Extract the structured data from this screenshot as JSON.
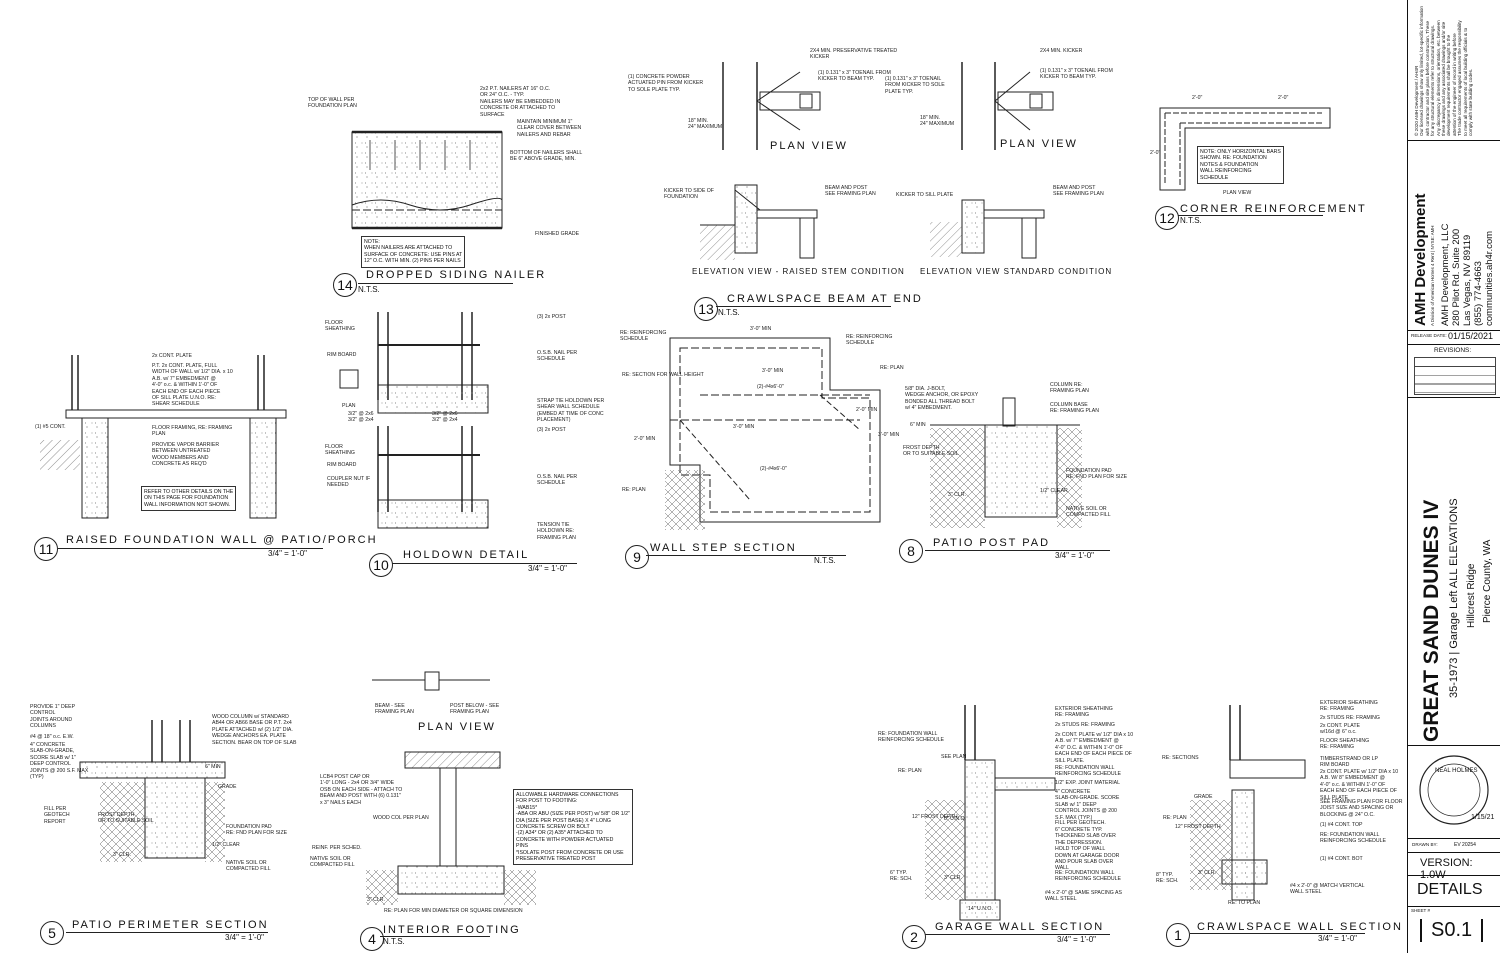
{
  "details": {
    "d14": {
      "num": "14",
      "title": "DROPPED SIDING NAILER",
      "scale": "N.T.S.",
      "notes": [
        "TOP OF WALL PER\nFOUNDATION PLAN",
        "2x2 P.T. NAILERS AT 16\" O.C.\nOR 24\" O.C. - TYP.\nNAILERS MAY BE EMBEDDED IN\nCONCRETE OR ATTACHED TO\nSURFACE",
        "MAINTAIN MINIMUM 1\"\nCLEAR COVER BETWEEN\nNAILERS AND REBAR",
        "BOTTOM OF NAILERS SHALL\nBE 6\" ABOVE GRADE, MIN.",
        "FINISHED GRADE"
      ],
      "boxnote": "NOTE:\nWHEN NAILERS ARE ATTACHED TO\nSURFACE OF CONCRETE: USE PINS AT\n12\" O.C. WITH MIN. (2) PINS PER NAILS"
    },
    "d13": {
      "num": "13",
      "title": "CRAWLSPACE BEAM AT END",
      "scale": "N.T.S.",
      "plan_left": "PLAN VIEW",
      "plan_right": "PLAN VIEW",
      "elev_left": "ELEVATION VIEW - RAISED STEM CONDITION",
      "elev_right": "ELEVATION VIEW STANDARD CONDITION",
      "notes": [
        "2X4 MIN. PRESERVATIVE TREATED\nKICKER",
        "(1) CONCRETE POWDER\nACTUATED PIN FROM KICKER\nTO SOLE PLATE TYP.",
        "(1) 0.131\" x 3\" TOENAIL FROM\nKICKER TO BEAM TYP.",
        "2X4 MIN. KICKER",
        "(1) 0.131\" x 3\" TOENAIL\nFROM KICKER TO SOLE\nPLATE TYP.",
        "(1) 0.131\" x 3\" TOENAIL FROM\nKICKER TO BEAM TYP.",
        "KICKER TO SIDE OF\nFOUNDATION",
        "BEAM AND POST\nSEE FRAMING PLAN",
        "KICKER TO SILL PLATE",
        "BEAM AND POST\nSEE FRAMING PLAN",
        "18\" MIN.\n24\" MAXIMUM",
        "18\" MIN.\n24\" MAXIMUM"
      ]
    },
    "d12": {
      "num": "12",
      "title": "CORNER REINFORCEMENT",
      "scale": "N.T.S.",
      "plan": "PLAN VIEW",
      "dim1": "2'-0\"",
      "dim2": "2'-0\"",
      "dim3": "2'-0\"",
      "boxnote": "NOTE: ONLY HORIZONTAL BARS\nSHOWN. RE: FOUNDATION\nNOTES & FOUNDATION\nWALL REINFORCING\nSCHEDULE"
    },
    "d11": {
      "num": "11",
      "title": "RAISED FOUNDATION WALL @ PATIO/PORCH",
      "scale": "3/4\" = 1'-0\"",
      "notes": [
        "2x CONT. PLATE",
        "P.T. 2x CONT. PLATE, FULL\nWIDTH OF WALL w/ 1/2\" DIA. x 10\nA.B. w/ 7\" EMBEDMENT @\n4'-0\" o.c. & WITHIN 1'-0\" OF\nEACH END OF EACH PIECE\nOF SILL PLATE U.N.O. RE:\nSHEAR SCHEDULE",
        "(1) #5 CONT.",
        "FLOOR FRAMING, RE: FRAMING\nPLAN",
        "PROVIDE VAPOR BARRIER\nBETWEEN UNTREATED\nWOOD MEMBERS AND\nCONCRETE AS REQ'D"
      ],
      "boxnote": "REFER TO OTHER DETAILS ON THE\nON THIS PAGE FOR FOUNDATION\nWALL INFORMATION NOT SHOWN."
    },
    "d10": {
      "num": "10",
      "title": "HOLDOWN DETAIL",
      "scale": "3/4\" = 1'-0\"",
      "notes": [
        "FLOOR\nSHEATHING",
        "RIM BOARD",
        "(3) 2x POST",
        "O.S.B. NAIL PER\nSCHEDULE",
        "STRAP TIE HOLDOWN PER\nSHEAR WALL SCHEDULE\n(EMBED AT TIME OF CONC\nPLACEMENT)",
        "FLOOR\nSHEATHING",
        "RIM BOARD",
        "COUPLER NUT IF\nNEEDED",
        "(3) 2x POST",
        "O.S.B. NAIL PER\nSCHEDULE",
        "TENSION TIE\nHOLDOWN RE:\nFRAMING PLAN",
        "PLAN",
        "3/2\" @ 2x6\n3/2\" @ 2x4",
        "3/2\" @ 2x6\n3/2\" @ 2x4"
      ]
    },
    "d9": {
      "num": "9",
      "title": "WALL STEP SECTION",
      "scale": "N.T.S.",
      "notes": [
        "RE: REINFORCING\nSCHEDULE",
        "3'-0\" MIN",
        "RE: REINFORCING\nSCHEDULE",
        "3'-0\" MIN",
        "(2)-#4x6'-0\"",
        "3'-0\" MIN",
        "(2)-#4x6'-0\"",
        "RE: SECTION FOR WALL HEIGHT",
        "2'-0\" MIN",
        "RE: PLAN",
        "RE: PLAN",
        "2'-0\" MIN",
        "3'-0\" MIN"
      ]
    },
    "d8": {
      "num": "8",
      "title": "PATIO POST PAD",
      "scale": "3/4\" = 1'-0\"",
      "notes": [
        "5/8\" DIA. J-BOLT,\nWEDGE ANCHOR, OR EPOXY\nBONDED ALL THREAD BOLT\nw/ 4\" EMBEDMENT.",
        "COLUMN RE:\nFRAMING PLAN",
        "COLUMN BASE\nRE: FRAMING PLAN",
        "FOUNDATION PAD\nRE: FND PLAN FOR SIZE",
        "1/2\" CLEAR",
        "NATIVE SOIL OR\nCOMPACTED FILL",
        "FROST DEPTH\nOR TO SUITABLE SOIL",
        "6\" MIN",
        "3\" CLR."
      ]
    },
    "d5": {
      "num": "5",
      "title": "PATIO PERIMETER SECTION",
      "scale": "3/4\" = 1'-0\"",
      "notes": [
        "PROVIDE 1\" DEEP\nCONTROL\nJOINTS AROUND\nCOLUMNS",
        "#4 @ 18\" o.c. E.W.",
        "4\" CONCRETE\nSLAB-ON-GRADE,\nSCORE SLAB w/ 1\"\nDEEP CONTROL\nJOINTS @ 200 S.F. MAX\n(TYP)",
        "FILL PER\nGEOTECH\nREPORT",
        "WOOD COLUMN w/ STANDARD\nAB44 OR AB66 BASE OR P.T. 2x4\nPLATE ATTACHED w/ (2) 1/2\" DIA.\nWEDGE ANCHORS EA. PLATE\nSECTION. BEAR ON TOP OF SLAB",
        "FOUNDATION PAD\nRE: FND PLAN FOR SIZE",
        "1/2\" CLEAR",
        "NATIVE SOIL OR\nCOMPACTED FILL",
        "FROST DEPTH\nOR TO SUITABLE SOIL",
        "6\" MIN",
        "3\" CLR.",
        "GRADE"
      ]
    },
    "d4": {
      "num": "4",
      "title": "INTERIOR FOOTING",
      "scale": "N.T.S.",
      "plan": "PLAN VIEW",
      "notes": [
        "BEAM - SEE\nFRAMING PLAN",
        "POST BELOW - SEE\nFRAMING PLAN",
        "LCB4 POST CAP OR\n1'-0\" LONG - 2x4 OR 3/4\" WIDE\nOSB ON EACH SIDE - ATTACH TO\nBEAM AND POST WITH (6) 0.131\"\nx 3\" NAILS EACH",
        "WOOD COL PER PLAN",
        "REINF. PER SCHED.",
        "NATIVE SOIL OR\nCOMPACTED FILL",
        "RE: PLAN FOR MIN DIAMETER OR SQUARE DIMENSION",
        "3\" CLR."
      ],
      "boxnote": "ALLOWABLE HARDWARE CONNECTIONS\nFOR POST TO FOOTING:\n-WAB15*\n-ABA OR ABU (SIZE PER POST) w/ 5/8\" OR 1/2\"\nDIA (SIZE PER POST BASE) X 4\" LONG\nCONCRETE SCREW OR BOLT\n-(2) A34* OR (2) A35* ATTACHED TO\nCONCRETE WITH POWDER ACTUATED\nPINS\n*ISOLATE POST FROM CONCRETE OR USE\nPRESERVATIVE TREATED POST"
    },
    "d2": {
      "num": "2",
      "title": "GARAGE WALL SECTION",
      "scale": "3/4\" = 1'-0\"",
      "notes": [
        "RE: FOUNDATION WALL\nREINFORCING SCHEDULE",
        "EXTERIOR SHEATHING\nRE: FRAMING",
        "2x STUDS RE: FRAMING",
        "2x CONT. PLATE w/ 1/2\" DIA x 10\nA.B. w/ 7\" EMBEDMENT @\n4'-0\" O.C. & WITHIN 1'-0\" OF\nEACH END OF EACH PIECE OF\nSILL PLATE.",
        "RE: FOUNDATION WALL\nREINFORCING SCHEDULE",
        "1/2\" EXP. JOINT MATERIAL",
        "4\" CONCRETE\nSLAB-ON-GRADE. SCORE\nSLAB w/ 1\" DEEP\nCONTROL JOINTS @ 200\nS.F. MAX (TYP.)",
        "FILL PER GEOTECH.",
        "6\" CONCRETE TYP.\nTHICKENED SLAB OVER\nTHE DEPRESSION.\nHOLD TOP OF WALL\nDOWN AT GARAGE DOOR\nAND POUR SLAB OVER\nWALL",
        "RE: FOUNDATION WALL\nREINFORCING SCHEDULE",
        "#4 x 2'-0\" @ SAME SPACING AS\nWALL STEEL",
        "14\" U.N.O.",
        "RE: PLAN",
        "12\" FROST DEPTH",
        "8\" U.N.O.",
        "6\" TYP.\nRE: SCH.",
        "3\" CLR.",
        "SEE PLAN"
      ]
    },
    "d1": {
      "num": "1",
      "title": "CRAWLSPACE WALL SECTION",
      "scale": "3/4\" = 1'-0\"",
      "notes": [
        "EXTERIOR SHEATHING\nRE: FRAMING",
        "2x STUDS RE: FRAMING",
        "2x CONT. PLATE\nw/16d @ 6\" o.c.",
        "FLOOR SHEATHING\nRE: FRAMING",
        "TIMBERSTRAND OR LP\nRIM BOARD",
        "2x CONT. PLATE w/ 1/2\" DIA x 10\nA.B. W/ 8\" EMBEDMENT @\n4'-0\" o.c. & WITHIN 1'-0\" OF\nEACH END OF EACH PIECE OF\nSILL PLATE",
        "SEE FRAMING PLAN FOR FLOOR\nJOIST SIZE AND SPACING OR\nBLOCKING @ 24\" O.C.",
        "(1) #4 CONT. TOP",
        "RE: FOUNDATION WALL\nREINFORCING SCHEDULE",
        "(1) #4 CONT. BOT",
        "#4 x 2'-0\" @ MATCH VERTICAL\nWALL STEEL",
        "RE: TO PLAN",
        "RE: SECTIONS",
        "RE: PLAN",
        "12\" FROST DEPTH",
        "8\" TYP.\nRE: SCH.",
        "3\" CLR.",
        "GRADE"
      ]
    }
  },
  "titleblock": {
    "copyright": "© 2020 AMH Development / AH4R\nOur licensed drawings show only limited, lot-specific information\nwith contractor and site plans before construction. These\nfor any structural elements refer to structural drawings.\nAny discrepancy in dimensions, orientation, etc. between\nthese drawings and any associated drawings and/or site\ndevelopment requirements shall be brought to the\nattention of the engineer of record in writing before\nThe trade contractor engaged assumes the responsibility\nto meet all requirements of local building officials & to\ncomply with state building codes.",
    "company_logo": "AMH Development",
    "company_tagline": "A Division of American Homes 4 Rent | NYSE: AMH",
    "company_lines": [
      "AMH Development, LLC",
      "280 Pilot Rd. Suite 200",
      "Las Vegas, NV 89119",
      "(855) 774-4663",
      "communities.ah4r.com"
    ],
    "release_label": "RELEASE DATE:",
    "release_date": "01/15/2021",
    "revisions_label": "REVISIONS:",
    "project_name": "GREAT SAND DUNES IV",
    "plan_line": "35-1973 | Garage Left ALL ELEVATIONS",
    "community": "Hillcrest Ridge",
    "county": "Pierce County, WA",
    "seal_text": "NEAL HOLMES",
    "seal_date": "1/15/21",
    "drawn_by_label": "DRAWN BY:",
    "drawn_by": "EV 20254",
    "version": "VERSION: 1.0W",
    "sheet_title": "DETAILS",
    "sheet_label": "SHEET #",
    "sheet_num": "S0.1"
  }
}
